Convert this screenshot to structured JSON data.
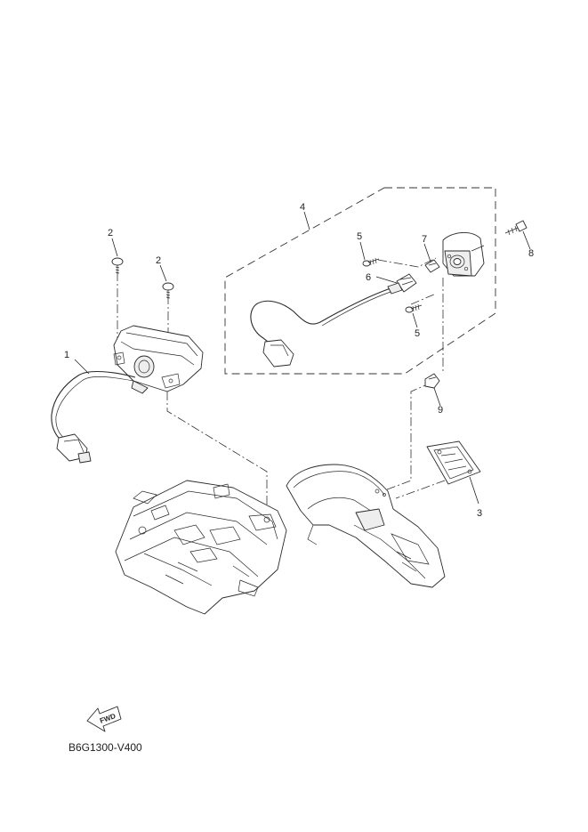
{
  "diagram_code": "B6G1300-V400",
  "fwd_label": "FWD",
  "callouts": {
    "c1": "1",
    "c2a": "2",
    "c2b": "2",
    "c3": "3",
    "c4": "4",
    "c5a": "5",
    "c5b": "5",
    "c6": "6",
    "c7": "7",
    "c8": "8",
    "c9": "9"
  }
}
